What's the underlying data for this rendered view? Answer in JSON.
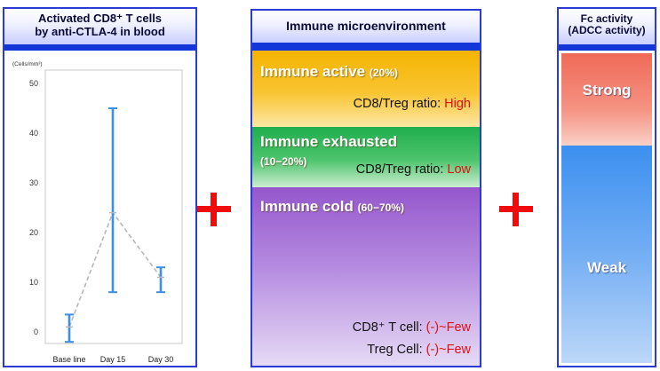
{
  "left_panel": {
    "title_line1": "Activated CD8⁺ T cells",
    "title_line2": "by anti-CTLA-4 in blood"
  },
  "middle_panel": {
    "title": "Immune microenvironment",
    "active": {
      "title": "Immune active",
      "pct": "(20%)",
      "ratio_label": "CD8/Treg ratio:",
      "ratio_value": "High"
    },
    "exhausted": {
      "title": "Immune exhausted",
      "pct": "(10−20%)",
      "ratio_label": "CD8/Treg ratio:",
      "ratio_value": "Low"
    },
    "cold": {
      "title": "Immune cold",
      "pct": "(60−70%)",
      "cd8_label": "CD8⁺ T cell:",
      "cd8_value": "(-)~Few",
      "treg_label": "Treg Cell:",
      "treg_value": "(-)~Few"
    }
  },
  "right_panel": {
    "title_line1": "Fc activity",
    "title_line2": "(ADCC activity)",
    "strong": "Strong",
    "weak": "Weak"
  },
  "chart_data": {
    "type": "line",
    "title": "Activated CD8⁺ T cells by anti-CTLA-4 in blood",
    "ylabel": "(Cells/mm³)",
    "xlabel": "",
    "ylim": [
      -2,
      50
    ],
    "yticks": [
      "0",
      "10",
      "20",
      "30",
      "40",
      "50"
    ],
    "categories": [
      "Base line",
      "Day 15",
      "Day 30"
    ],
    "series": [
      {
        "values": [
          1,
          24,
          11
        ],
        "error_low": [
          -2,
          8,
          8
        ],
        "error_high": [
          3.5,
          45,
          13
        ]
      }
    ],
    "line_style": "dashed",
    "grid": false,
    "colors": {
      "error_bar": "#3c8ee6",
      "line": "#b8b8b8"
    }
  },
  "colors": {
    "frame": "#2a3bd6",
    "plus": "#f00c0c",
    "active": "#f6b400",
    "exhausted": "#1fae4e",
    "cold": "#9557cc",
    "strong": "#f06a57",
    "weak": "#3c90f0"
  }
}
